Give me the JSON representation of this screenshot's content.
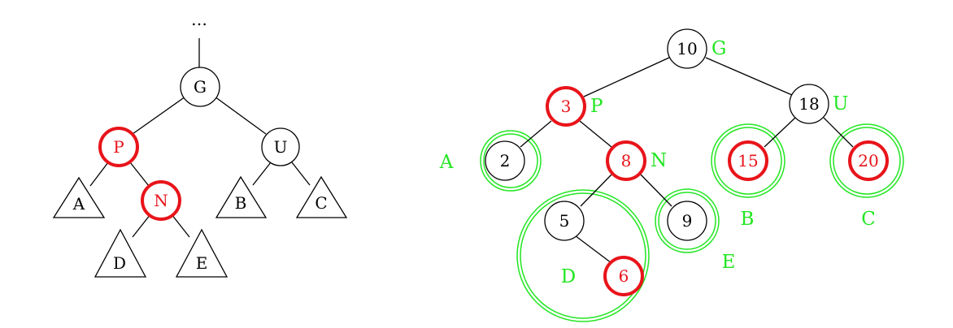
{
  "colors": {
    "red": "#e8141a",
    "green": "#22e622",
    "black": "#000000"
  },
  "left_tree": {
    "ellipsis": "…",
    "nodes": [
      {
        "id": "G",
        "label": "G",
        "color": "black"
      },
      {
        "id": "P",
        "label": "P",
        "color": "red"
      },
      {
        "id": "U",
        "label": "U",
        "color": "black"
      },
      {
        "id": "N",
        "label": "N",
        "color": "red"
      }
    ],
    "subtrees": [
      "A",
      "B",
      "C",
      "D",
      "E"
    ]
  },
  "right_tree": {
    "nodes": [
      {
        "id": "n10",
        "label": "10",
        "color": "black",
        "tag": "G"
      },
      {
        "id": "n3",
        "label": "3",
        "color": "red",
        "tag": "P"
      },
      {
        "id": "n18",
        "label": "18",
        "color": "black",
        "tag": "U"
      },
      {
        "id": "n2",
        "label": "2",
        "color": "black"
      },
      {
        "id": "n8",
        "label": "8",
        "color": "red",
        "tag": "N"
      },
      {
        "id": "n15",
        "label": "15",
        "color": "red"
      },
      {
        "id": "n20",
        "label": "20",
        "color": "red"
      },
      {
        "id": "n5",
        "label": "5",
        "color": "black"
      },
      {
        "id": "n9",
        "label": "9",
        "color": "black"
      },
      {
        "id": "n6",
        "label": "6",
        "color": "red"
      }
    ],
    "groups": [
      "A",
      "B",
      "C",
      "D",
      "E"
    ]
  }
}
